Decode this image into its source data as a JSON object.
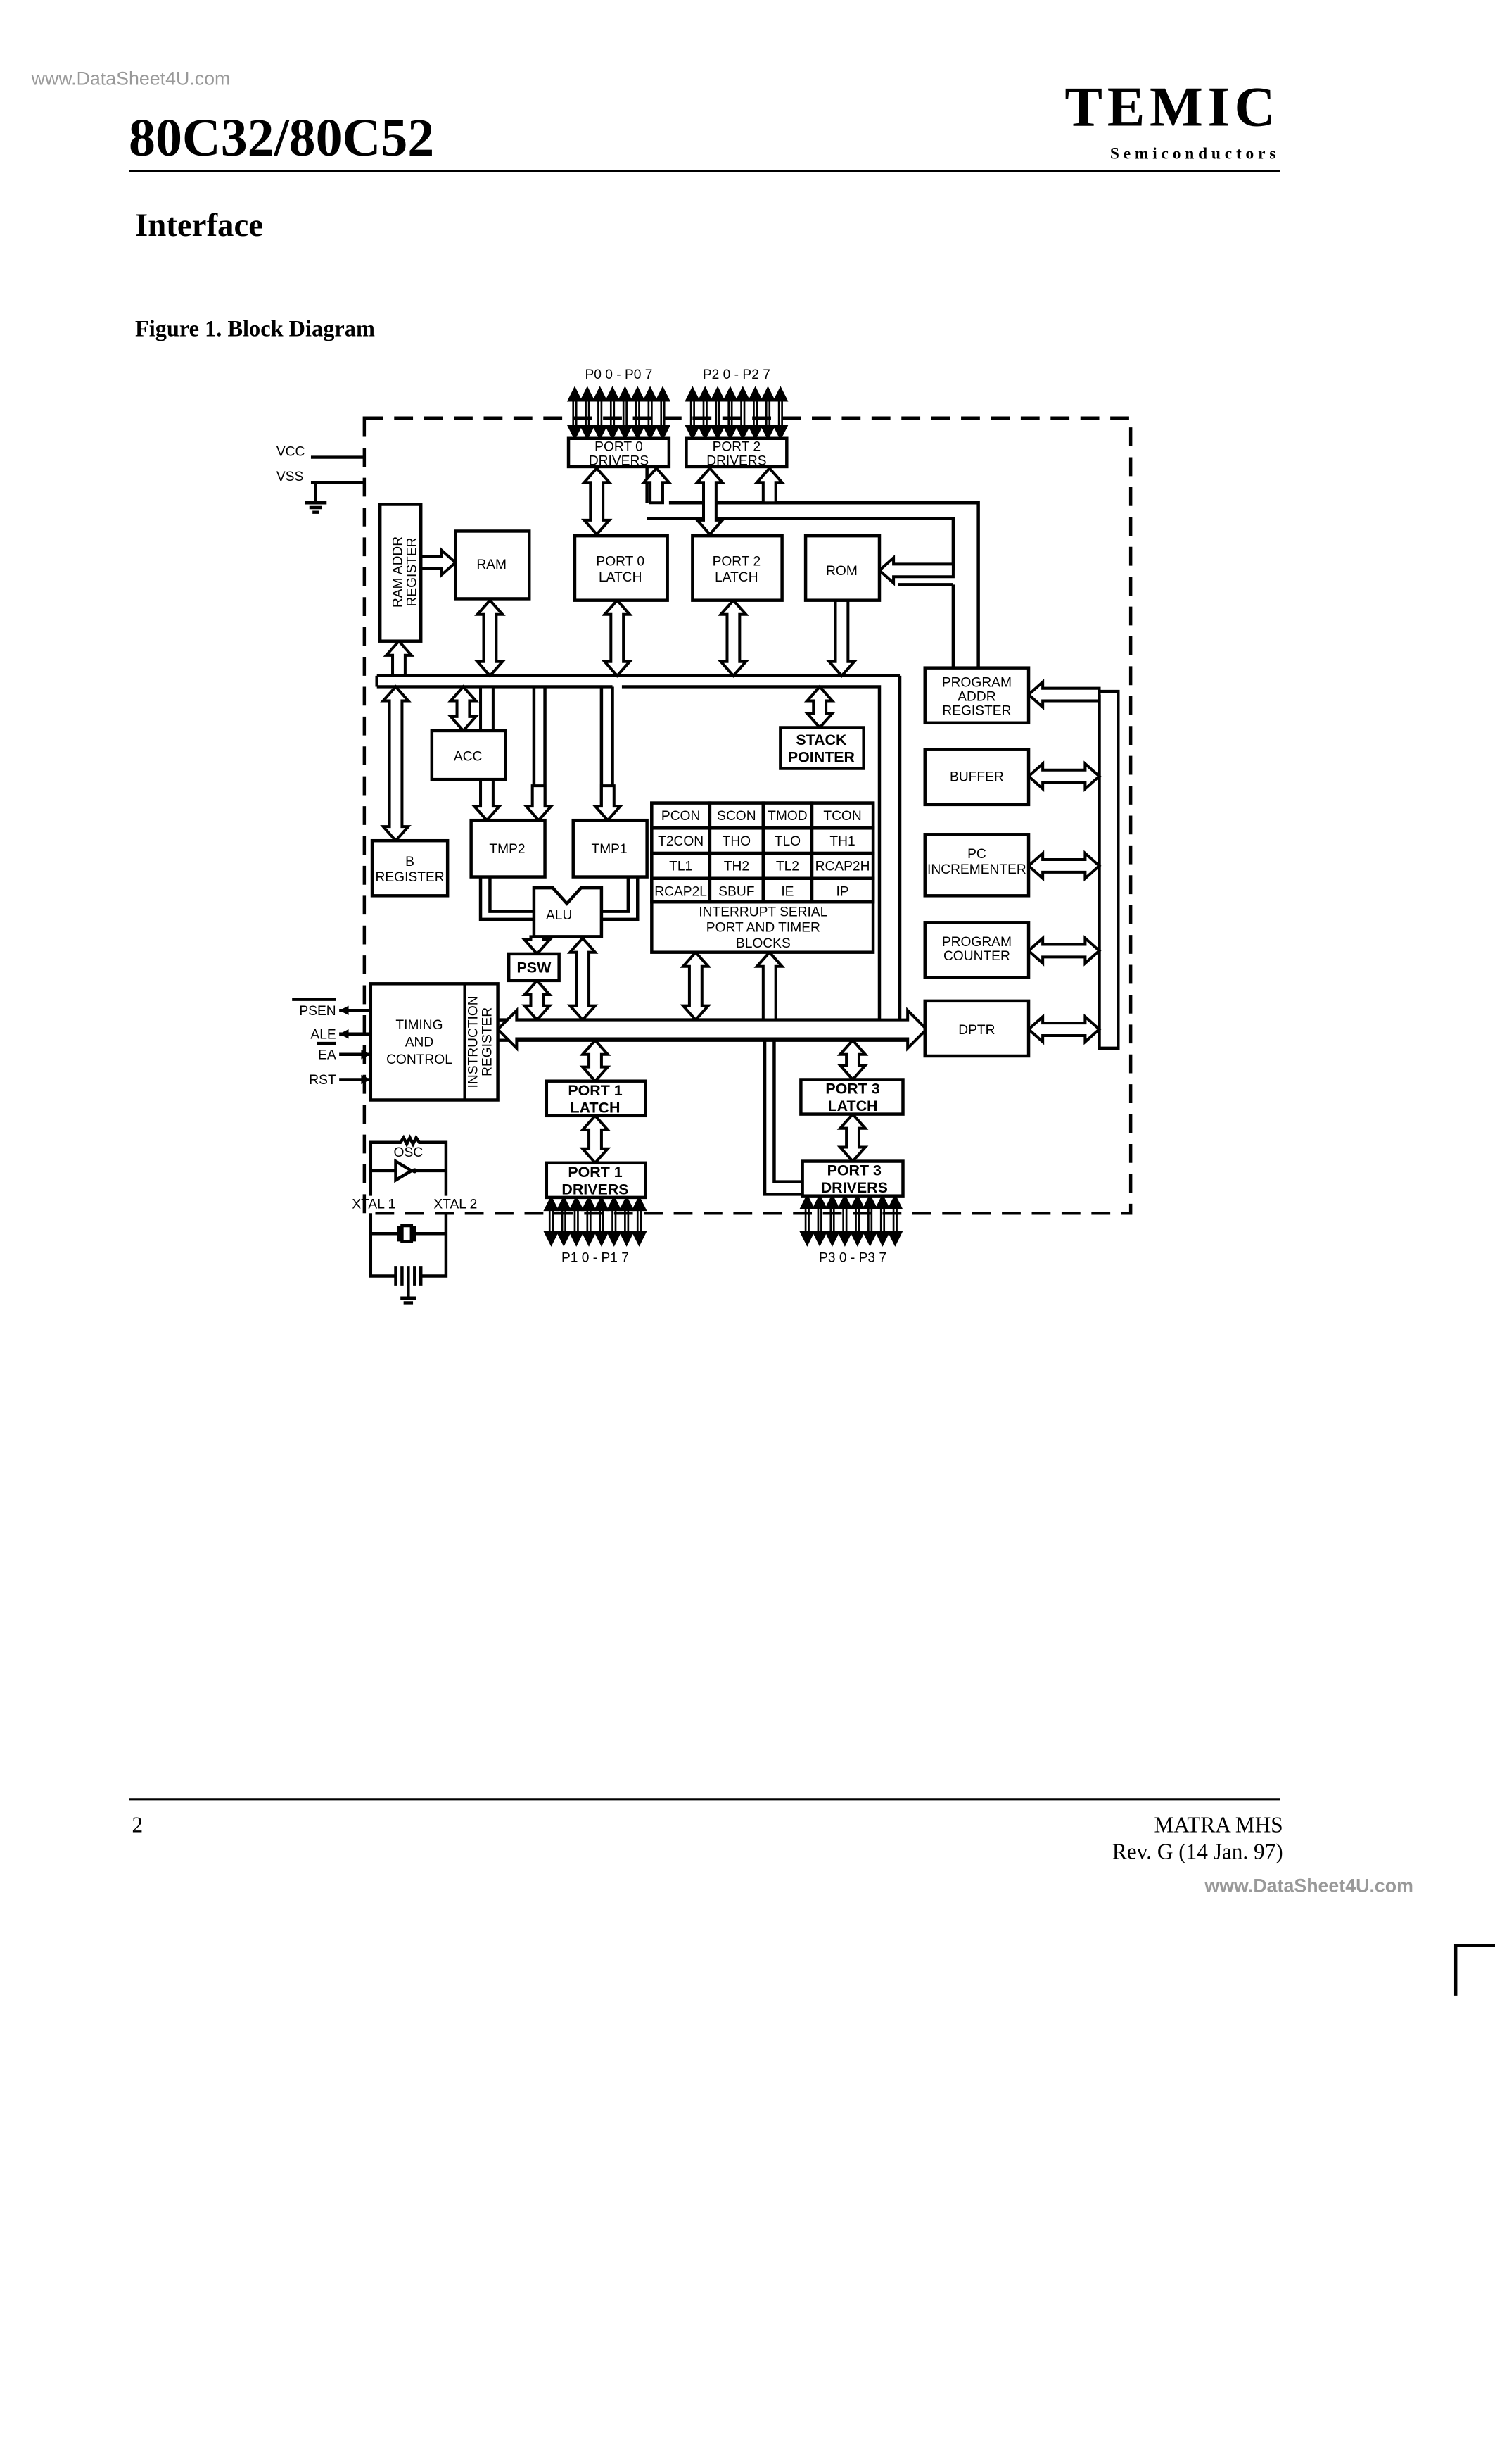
{
  "header": {
    "watermark_top": "www.DataSheet4U.com",
    "title": "80C32/80C52",
    "brand": "TEMIC",
    "brand_sub": "Semiconductors"
  },
  "section_title": "Interface",
  "figure_caption": "Figure 1. Block Diagram",
  "diagram": {
    "pins": {
      "p0": "P0 0 - P0 7",
      "p2": "P2 0 - P2 7",
      "p1": "P1 0 - P1 7",
      "p3": "P3 0 - P3 7"
    },
    "power": {
      "vcc": "VCC",
      "vss": "VSS"
    },
    "control_signals": [
      "PSEN",
      "ALE",
      "EA",
      "RST"
    ],
    "blocks": {
      "port0_drivers": [
        "PORT 0",
        "DRIVERS"
      ],
      "port2_drivers": [
        "PORT 2",
        "DRIVERS"
      ],
      "ram_addr_register": [
        "RAM ADDR",
        "REGISTER"
      ],
      "ram": "RAM",
      "port0_latch": [
        "PORT 0",
        "LATCH"
      ],
      "port2_latch": [
        "PORT 2",
        "LATCH"
      ],
      "rom": "ROM",
      "program_addr_register": [
        "PROGRAM",
        "ADDR",
        "REGISTER"
      ],
      "buffer": "BUFFER",
      "pc_incrementer": [
        "PC",
        "INCREMENTER"
      ],
      "program_counter": [
        "PROGRAM",
        "COUNTER"
      ],
      "dptr": "DPTR",
      "stack_pointer": [
        "STACK",
        "POINTER"
      ],
      "acc": "ACC",
      "b_register": [
        "B",
        "REGISTER"
      ],
      "tmp2": "TMP2",
      "tmp1": "TMP1",
      "alu": "ALU",
      "psw": "PSW",
      "timing_control": [
        "TIMING",
        "AND",
        "CONTROL"
      ],
      "instruction_register": [
        "INSTRUCTION",
        "REGISTER"
      ],
      "port1_latch": [
        "PORT 1",
        "LATCH"
      ],
      "port1_drivers": [
        "PORT 1",
        "DRIVERS"
      ],
      "port3_latch": [
        "PORT 3",
        "LATCH"
      ],
      "port3_drivers": [
        "PORT 3",
        "DRIVERS"
      ],
      "osc": "OSC",
      "xtal1": "XTAL 1",
      "xtal2": "XTAL 2"
    },
    "sfr_grid": [
      [
        "PCON",
        "SCON",
        "TMOD",
        "TCON"
      ],
      [
        "T2CON",
        "THO",
        "TLO",
        "TH1"
      ],
      [
        "TL1",
        "TH2",
        "TL2",
        "RCAP2H"
      ],
      [
        "RCAP2L",
        "SBUF",
        "IE",
        "IP"
      ]
    ],
    "sfr_footer": [
      "INTERRUPT SERIAL",
      "PORT AND TIMER",
      "BLOCKS"
    ]
  },
  "footer": {
    "page_number": "2",
    "company": "MATRA MHS",
    "revision": "Rev. G (14 Jan. 97)",
    "watermark_bottom": "www.DataSheet4U.com"
  }
}
